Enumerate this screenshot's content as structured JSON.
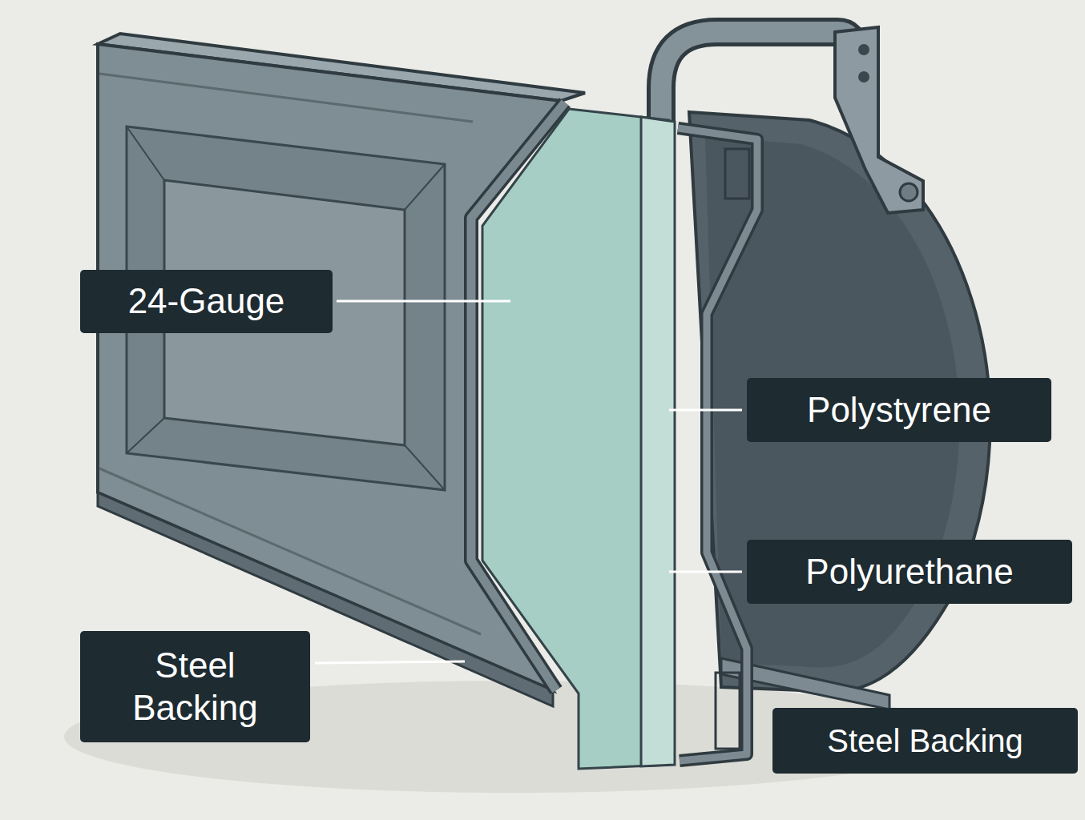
{
  "diagram": {
    "nodes": [
      {
        "text": [
          "24-Gauge"
        ]
      },
      {
        "text": [
          "Polystyrene"
        ]
      },
      {
        "text": [
          "Polyurethane"
        ]
      },
      {
        "text": [
          "Steel Backing"
        ]
      },
      {
        "text": [
          "Steel Backing"
        ]
      }
    ]
  }
}
